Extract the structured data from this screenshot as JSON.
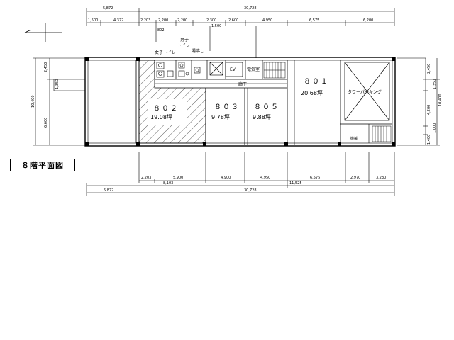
{
  "floor_label": "８階平面図",
  "dimensions": {
    "top_row1": [
      "5,872",
      "30,728"
    ],
    "top_row2": [
      "1,500",
      "4,372",
      "2,203",
      "2,200",
      "2,200",
      "2,300",
      "2,600",
      "4,950",
      "6,575",
      "6,200"
    ],
    "top_small": [
      "802",
      "1,500"
    ],
    "bottom_row1": [
      "2,203",
      "5,900",
      "4,900",
      "4,950",
      "6,575",
      "2,970",
      "3,230"
    ],
    "bottom_row2": [
      "8,103",
      "11,525"
    ],
    "bottom_row3": [
      "5,872",
      "30,728"
    ],
    "left": [
      "2,450",
      "1,350",
      "10,400",
      "6,600"
    ],
    "right": [
      "2,450",
      "1,350",
      "4,200",
      "1,000",
      "1,400",
      "10,400"
    ]
  },
  "rooms": {
    "r801": {
      "number": "８０１",
      "area": "20.68坪"
    },
    "r802": {
      "number": "８０２",
      "area": "19.08坪"
    },
    "r803": {
      "number": "８０３",
      "area": "9.78坪"
    },
    "r805": {
      "number": "８０５",
      "area": "9.88坪"
    }
  },
  "labels": {
    "womens_toilet": "女子トイレ",
    "mens_toilet": "男子\nトイレ",
    "kitchenette": "湯沸し",
    "ev": "EV",
    "electrical_room": "電気室",
    "corridor": "廊下",
    "tower_parking": "タワーパーキング",
    "small_room": "機械"
  }
}
